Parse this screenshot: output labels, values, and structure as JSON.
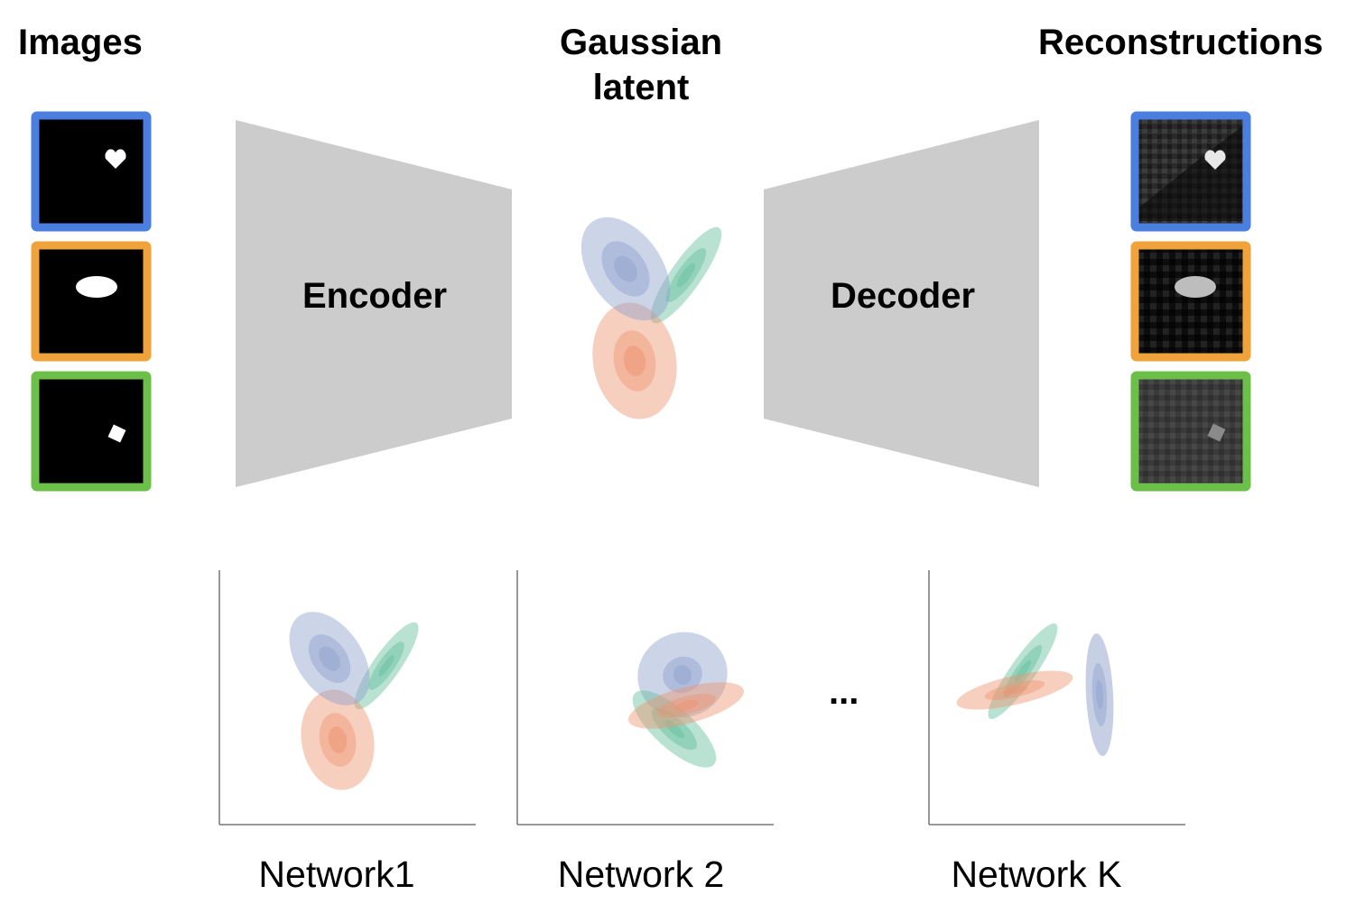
{
  "headings": {
    "images": "Images",
    "latent_line1": "Gaussian",
    "latent_line2": "latent",
    "reconstructions": "Reconstructions"
  },
  "blocks": {
    "encoder": "Encoder",
    "decoder": "Decoder"
  },
  "networks": {
    "n1": "Network1",
    "n2": "Network 2",
    "nk": "Network K",
    "ellipsis": "..."
  },
  "colors": {
    "blue": "#4a7fe0",
    "orange": "#f0a23b",
    "green": "#6cc04a",
    "gauss_blue": "#8fa0cc",
    "gauss_orange": "#ee9470",
    "gauss_green": "#63bf9d",
    "trapezoid": "#cccccc"
  },
  "images": [
    {
      "frame": "blue",
      "shape": "heart-icon"
    },
    {
      "frame": "orange",
      "shape": "ellipse-icon"
    },
    {
      "frame": "green",
      "shape": "square-icon"
    }
  ]
}
